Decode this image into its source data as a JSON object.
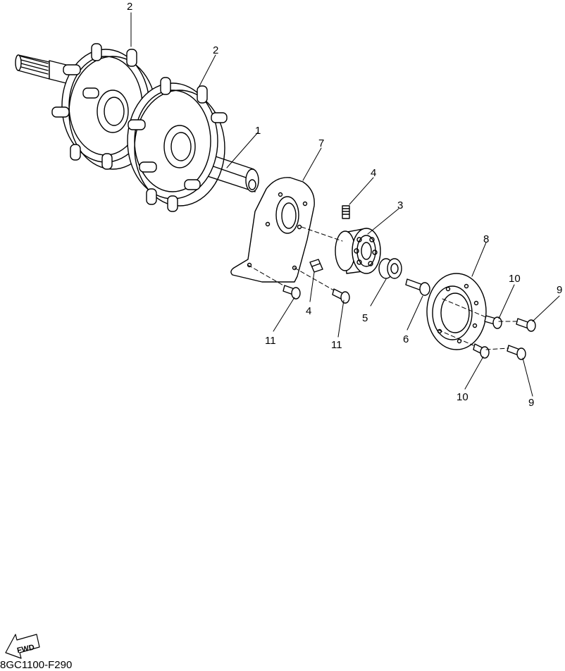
{
  "callouts": {
    "c1": "1",
    "c2a": "2",
    "c2b": "2",
    "c3": "3",
    "c4a": "4",
    "c4b": "4",
    "c5": "5",
    "c6": "6",
    "c7": "7",
    "c8": "8",
    "c9a": "9",
    "c9b": "9",
    "c10a": "10",
    "c10b": "10",
    "c11a": "11",
    "c11b": "11"
  },
  "fwd_label": "FWD",
  "drawing_code": "8GC1100-F290"
}
